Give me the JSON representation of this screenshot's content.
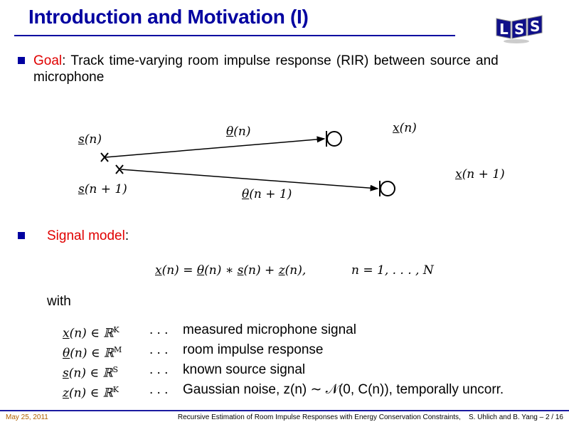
{
  "title": "Introduction and Motivation (I)",
  "logo_text": "LSS",
  "goal": {
    "label": "Goal",
    "text": ":  Track time-varying room impulse response (RIR) between source and",
    "text2": "microphone"
  },
  "diagram": {
    "s_n": {
      "var": "s",
      "arg": "(n)"
    },
    "s_n1": {
      "var": "s",
      "arg": "(n + 1)"
    },
    "theta_n": {
      "var": "θ",
      "arg": "(n)"
    },
    "theta_n1": {
      "var": "θ",
      "arg": "(n + 1)"
    },
    "x_n": {
      "var": "x",
      "arg": "(n)"
    },
    "x_n1": {
      "var": "x",
      "arg": "(n + 1)"
    }
  },
  "signal_model": {
    "label": "Signal model",
    "colon": ":"
  },
  "equation": {
    "x": "x",
    "p1": "(n) = ",
    "theta": "θ",
    "p2": "(n) ∗ ",
    "s": "s",
    "p3": "(n) + ",
    "z": "z",
    "p4": "(n),",
    "range": "n = 1, . . . , N"
  },
  "with": "with",
  "definitions": [
    {
      "var": "x",
      "rest": "(n) ∈ ℝ",
      "sup": "K",
      "dots": ". . .",
      "desc": "measured microphone signal"
    },
    {
      "var": "θ",
      "rest": "(n) ∈ ℝ",
      "sup": "M",
      "dots": ". . .",
      "desc": "room impulse response"
    },
    {
      "var": "s",
      "rest": "(n) ∈ ℝ",
      "sup": "S",
      "dots": ". . .",
      "desc": "known source signal"
    },
    {
      "var": "z",
      "rest": "(n) ∈ ℝ",
      "sup": "K",
      "dots": ". . .",
      "desc": "Gaussian noise, z(n) ∼ 𝒩(0, C(n)), temporally uncorr."
    }
  ],
  "footer": {
    "date": "May 25, 2011",
    "info": "Recursive Estimation of Room Impulse Responses with Energy Conservation Constraints,    S. Uhlich and B. Yang – 2 / 16"
  },
  "colors": {
    "title": "#0000a0",
    "accent": "#e00000",
    "date": "#b06000"
  }
}
